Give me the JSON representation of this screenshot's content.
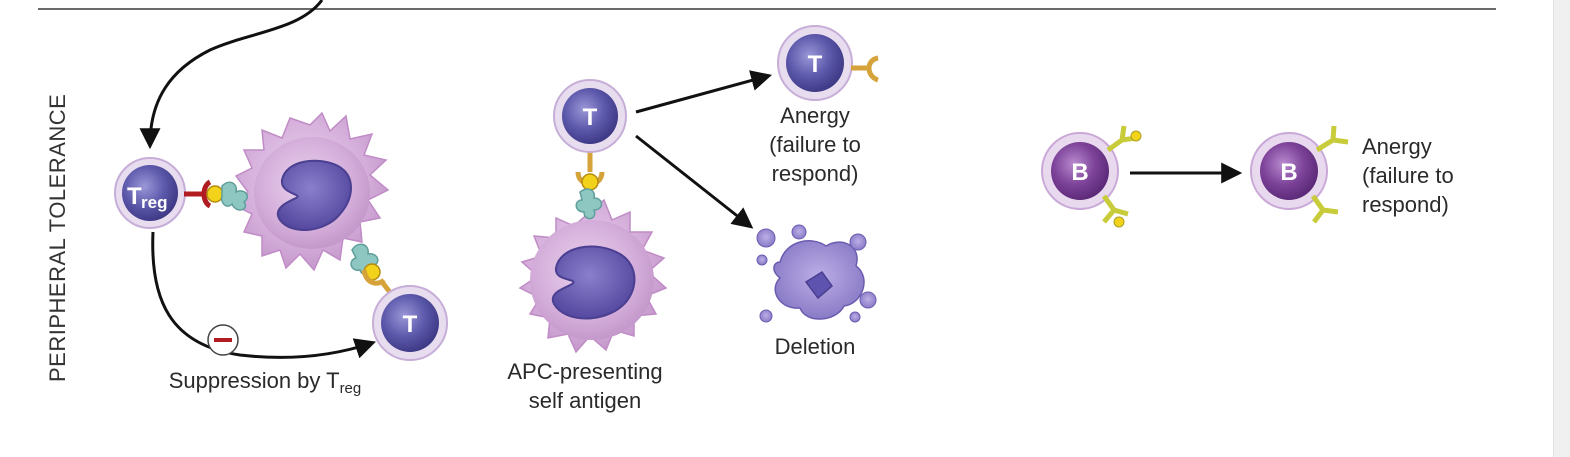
{
  "section_label": "PERIPHERAL TOLERANCE",
  "cells": {
    "treg_letter": "T",
    "treg_subscript": "reg",
    "t_letter": "T",
    "b_letter": "B"
  },
  "labels": {
    "suppression_main": "Suppression by T",
    "suppression_sub": "reg",
    "apc_line1": "APC-presenting",
    "apc_line2": "self antigen",
    "anergy_t": [
      "Anergy",
      "(failure to",
      "respond)"
    ],
    "deletion": "Deletion",
    "anergy_b": [
      "Anergy",
      "(failure to",
      "respond)"
    ],
    "inhibition_symbol": "−"
  },
  "colors": {
    "t_cell": "#5a56a6",
    "b_cell": "#7a3f98",
    "apc": "#d9b8de",
    "receptor_t": "#d6a23a",
    "receptor_b": "#c9cc3a",
    "mhc": "#8ec6c2",
    "antigen": "#f2d21a",
    "inhibitor": "#b01c22"
  }
}
